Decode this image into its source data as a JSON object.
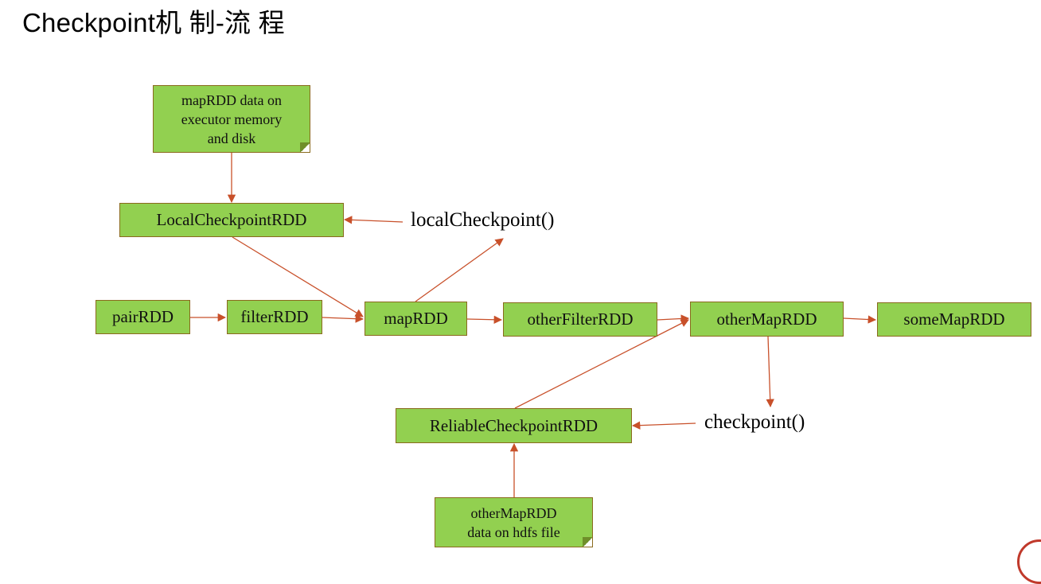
{
  "title": "Checkpoint机 制-流 程",
  "notes": {
    "map_rdd_data": "mapRDD data on\nexecutor memory\nand disk",
    "other_map_rdd_data": "otherMapRDD\ndata on hdfs file"
  },
  "nodes": {
    "local_checkpoint_rdd": "LocalCheckpointRDD",
    "pair_rdd": "pairRDD",
    "filter_rdd": "filterRDD",
    "map_rdd": "mapRDD",
    "other_filter_rdd": "otherFilterRDD",
    "other_map_rdd": "otherMapRDD",
    "some_map_rdd": "someMapRDD",
    "reliable_checkpoint_rdd": "ReliableCheckpointRDD"
  },
  "operations": {
    "local_checkpoint": "localCheckpoint()",
    "checkpoint": "checkpoint()"
  },
  "colors": {
    "node_fill": "#92d050",
    "node_border": "#8a6a1e",
    "arrow": "#c8502a"
  }
}
